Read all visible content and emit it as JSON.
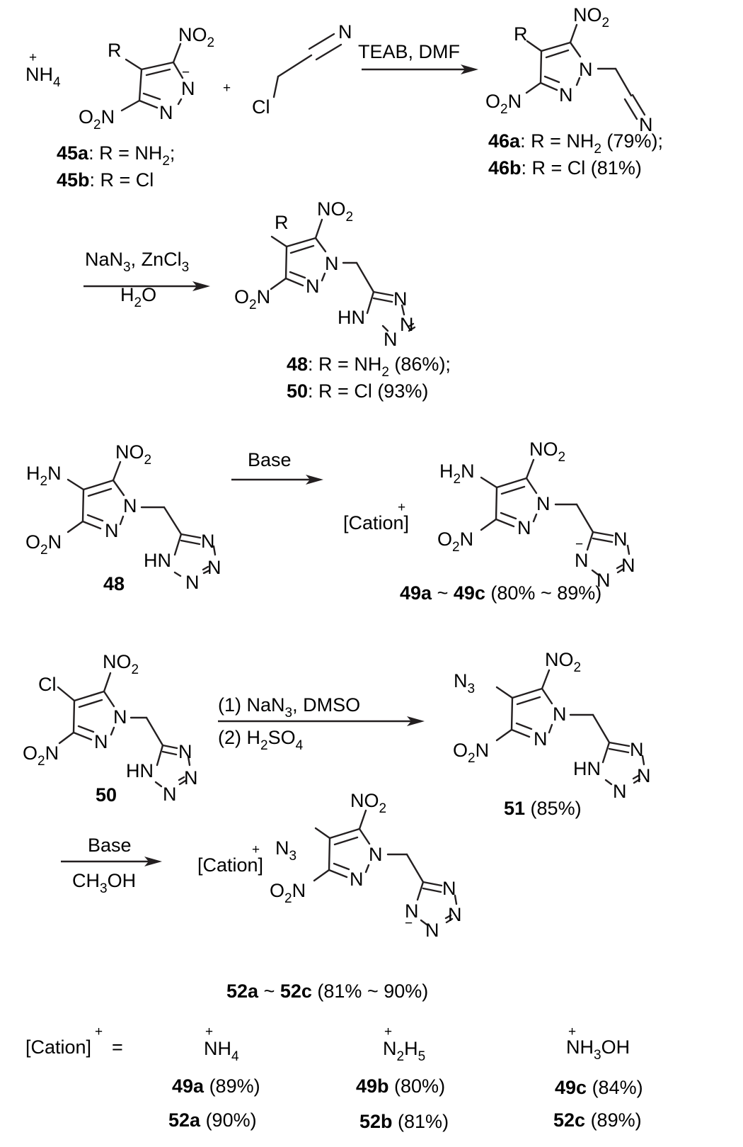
{
  "scheme": {
    "step1": {
      "reactant_cation": {
        "text": "NH",
        "sub": "4",
        "charge": "+"
      },
      "reactant_anion": {
        "r_group": "R",
        "nitro_top": "NO",
        "nitro_top_sub": "2",
        "nitro_left": "O",
        "nitro_left_sub": "2",
        "nitro_left_tail": "N",
        "ring_n1": "N",
        "ring_n2": "N",
        "charge": "−"
      },
      "plus": "+",
      "chloroacetonitrile": {
        "cl": "Cl",
        "n": "N"
      },
      "reactant_labels": [
        {
          "id": "45a",
          "text": ": R = NH",
          "sub": "2",
          "tail": ";"
        },
        {
          "id": "45b",
          "text": ": R = Cl",
          "sub": "",
          "tail": ""
        }
      ],
      "conditions_above": "TEAB, DMF",
      "conditions_below": "",
      "product_labels": [
        {
          "id": "46a",
          "text": ": R = NH",
          "sub": "2",
          "tail": " (79%);"
        },
        {
          "id": "46b",
          "text": ": R = Cl (81%)",
          "sub": "",
          "tail": ""
        }
      ],
      "product_nitrile_n": "N"
    },
    "step2": {
      "conditions_above": {
        "a": "NaN",
        "a_sub": "3",
        "b": ", ZnCl",
        "b_sub": "3"
      },
      "conditions_below": {
        "a": "H",
        "a_sub": "2",
        "b": "O"
      },
      "product_labels": [
        {
          "id": "48",
          "text": ": R = NH",
          "sub": "2",
          "tail": " (86%);"
        },
        {
          "id": "50",
          "text": ": R = Cl (93%)",
          "sub": "",
          "tail": ""
        }
      ]
    },
    "step3": {
      "reactant_label": "48",
      "substituent": {
        "a": "H",
        "sub": "2",
        "b": "N"
      },
      "conditions_above": "Base",
      "cation": "[Cation]",
      "cation_charge": "+",
      "product_label": {
        "id_a": "49a",
        "sep": " ~ ",
        "id_b": "49c",
        "yield": " (80% ~ 89%)"
      }
    },
    "step4": {
      "reactant_label": "50",
      "substituent": "Cl",
      "conditions_above": {
        "a": "(1) NaN",
        "a_sub": "3",
        "b": ", DMSO"
      },
      "conditions_below": {
        "a": "(2) H",
        "a_sub": "2",
        "b": "SO",
        "b_sub": "4"
      },
      "product_substituent": {
        "a": "N",
        "sub": "3"
      },
      "product_label": {
        "id": "51",
        "yield": " (85%)"
      }
    },
    "step5": {
      "conditions_above": "Base",
      "conditions_below": {
        "a": "CH",
        "a_sub": "3",
        "b": "OH"
      },
      "cation": "[Cation]",
      "cation_charge": "+",
      "product_label": {
        "id_a": "52a",
        "sep": " ~ ",
        "id_b": "52c",
        "yield": " (81% ~ 90%)"
      }
    },
    "cation_table": {
      "header": "[Cation]",
      "header_charge": "+",
      "equals": "=",
      "cations": [
        {
          "a": "NH",
          "sub": "4",
          "b": "",
          "charge": "+"
        },
        {
          "a": "N",
          "sub": "2",
          "b": "H",
          "sub2": "5",
          "charge": "+"
        },
        {
          "a": "NH",
          "sub": "3",
          "b": "OH",
          "charge": "+"
        }
      ],
      "rows": [
        [
          {
            "id": "49a",
            "yield": " (89%)"
          },
          {
            "id": "49b",
            "yield": " (80%)"
          },
          {
            "id": "49c",
            "yield": " (84%)"
          }
        ],
        [
          {
            "id": "52a",
            "yield": " (90%)"
          },
          {
            "id": "52b",
            "yield": " (81%)"
          },
          {
            "id": "52c",
            "yield": " (89%)"
          }
        ]
      ]
    },
    "atoms": {
      "N": "N",
      "HN": "HN",
      "NO": "NO",
      "O": "O",
      "two": "2",
      "minus": "−"
    }
  }
}
